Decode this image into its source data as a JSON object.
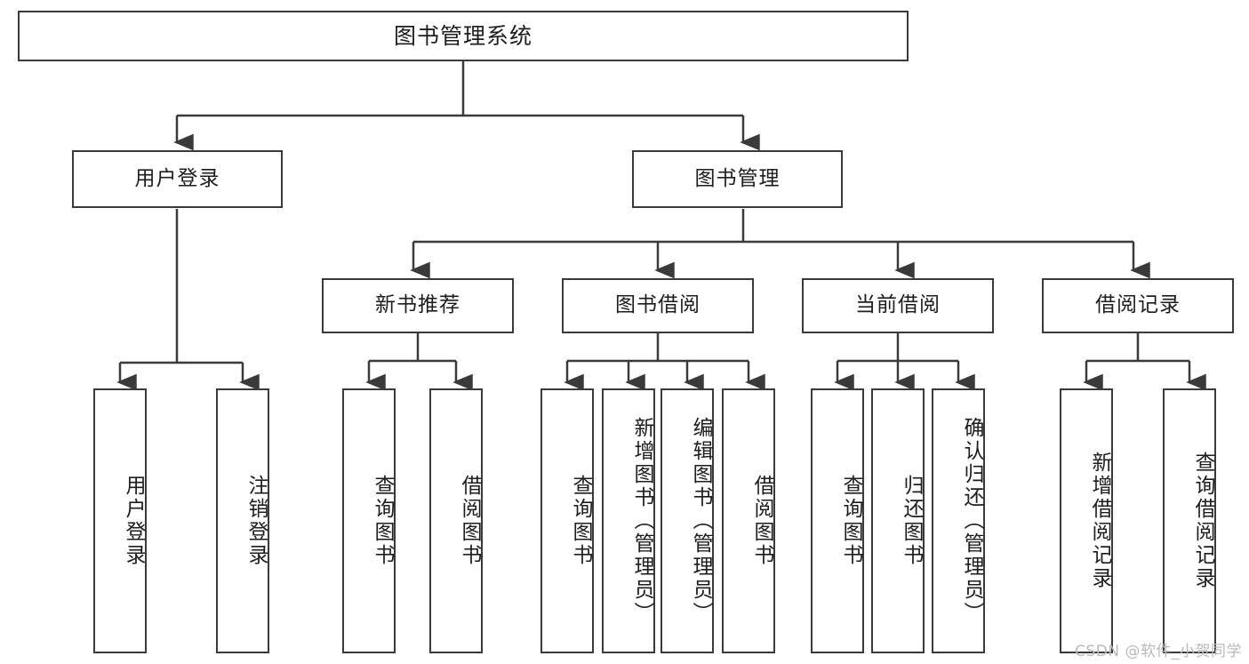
{
  "diagram": {
    "type": "tree",
    "root": {
      "id": "root",
      "label": "图书管理系统"
    },
    "level1": [
      {
        "id": "login",
        "label": "用户登录"
      },
      {
        "id": "bookmgmt",
        "label": "图书管理"
      }
    ],
    "level2": [
      {
        "id": "newbook",
        "label": "新书推荐",
        "parent": "bookmgmt"
      },
      {
        "id": "borrow",
        "label": "图书借阅",
        "parent": "bookmgmt"
      },
      {
        "id": "current",
        "label": "当前借阅",
        "parent": "bookmgmt"
      },
      {
        "id": "records",
        "label": "借阅记录",
        "parent": "bookmgmt"
      }
    ],
    "leaves": {
      "login": [
        {
          "id": "leaf-user-login",
          "label": "用户登录"
        },
        {
          "id": "leaf-user-logout",
          "label": "注销登录"
        }
      ],
      "newbook": [
        {
          "id": "leaf-query-book-1",
          "label": "查询图书"
        },
        {
          "id": "leaf-borrow-book-1",
          "label": "借阅图书"
        }
      ],
      "borrow": [
        {
          "id": "leaf-query-book-2",
          "label": "查询图书"
        },
        {
          "id": "leaf-add-book",
          "label": "新增图书（管理员）"
        },
        {
          "id": "leaf-edit-book",
          "label": "编辑图书（管理员）"
        },
        {
          "id": "leaf-borrow-book-2",
          "label": "借阅图书"
        }
      ],
      "current": [
        {
          "id": "leaf-query-book-3",
          "label": "查询图书"
        },
        {
          "id": "leaf-return-book",
          "label": "归还图书"
        },
        {
          "id": "leaf-confirm-return",
          "label": "确认归还（管理员）"
        }
      ],
      "records": [
        {
          "id": "leaf-add-record",
          "label": "新增借阅记录"
        },
        {
          "id": "leaf-query-record",
          "label": "查询借阅记录"
        }
      ]
    }
  },
  "watermark": {
    "text": "CSDN @软件_小贺同学"
  },
  "colors": {
    "stroke": "#3a3a3a",
    "background": "#ffffff",
    "text": "#1d1d1d",
    "watermark": "#b9b9b9"
  }
}
